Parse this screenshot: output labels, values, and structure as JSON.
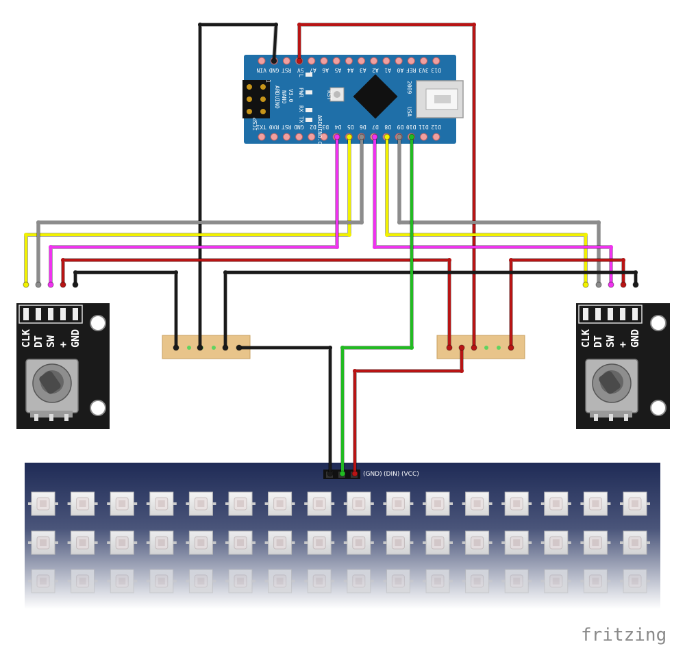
{
  "arduino": {
    "name": "ARDUINO",
    "model": "NANO",
    "version": "V3.0",
    "site": "ARDUINO.CC",
    "usb": "USA",
    "year": "2009",
    "icsp": "ICSP",
    "one": "1",
    "rst": "RST",
    "led_l": "L",
    "led_pwr": "PWR",
    "led_rx": "RX",
    "led_tx": "TX",
    "top_pins": [
      "VIN",
      "GND",
      "RST",
      "5V",
      "A7",
      "A6",
      "A5",
      "A4",
      "A3",
      "A2",
      "A1",
      "A0",
      "REF",
      "3V3",
      "D13"
    ],
    "bottom_pins": [
      "TX1",
      "RX0",
      "RST",
      "GND",
      "D2",
      "D3",
      "D4",
      "D5",
      "D6",
      "D7",
      "D8",
      "D9",
      "D10",
      "D11",
      "D12"
    ]
  },
  "encoder_left": {
    "pins": [
      "CLK",
      "DT",
      "SW",
      "+",
      "GND"
    ]
  },
  "encoder_right": {
    "pins": [
      "CLK",
      "DT",
      "SW",
      "+",
      "GND"
    ]
  },
  "led_strip": {
    "pins": [
      "(GND)",
      "(DIN)",
      "(VCC)"
    ]
  },
  "brand": "fritzing",
  "colors": {
    "arduino_board": "#1f6fa8",
    "encoder_board": "#1a1a1a",
    "strip_board": "#1f2b56",
    "breadboard": "#e8c48a",
    "wire_black": "#1a1a1a",
    "wire_red": "#b81414",
    "wire_green": "#22bb22",
    "wire_yellow": "#f2f200",
    "wire_magenta": "#f032f0",
    "wire_gray": "#8c8c8c"
  }
}
